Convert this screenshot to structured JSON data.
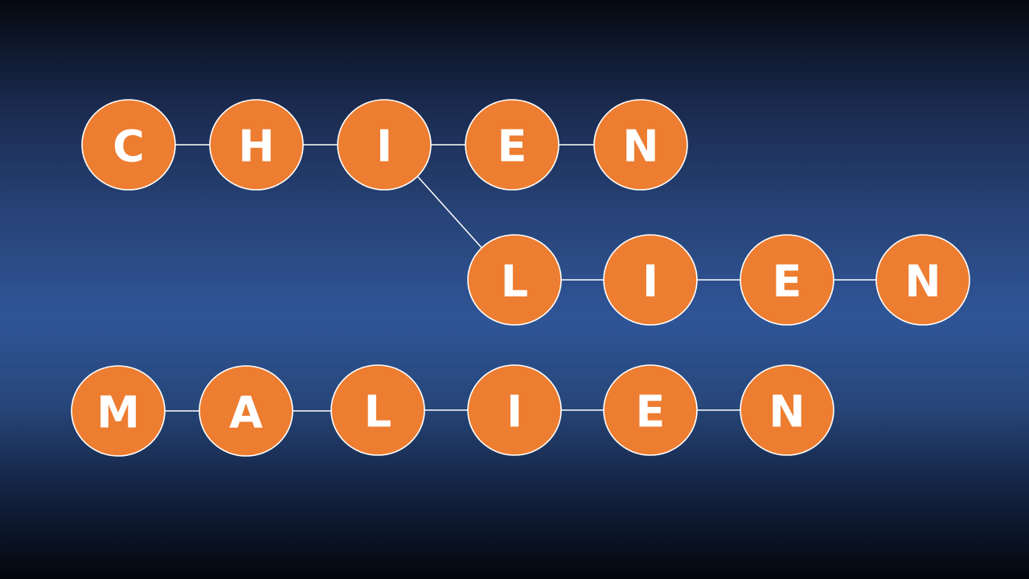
{
  "words": [
    {
      "name": "chien",
      "letters": [
        "C",
        "H",
        "I",
        "E",
        "N"
      ]
    },
    {
      "name": "lien",
      "letters": [
        "L",
        "I",
        "E",
        "N"
      ]
    },
    {
      "name": "malien",
      "letters": [
        "M",
        "A",
        "L",
        "I",
        "E",
        "N"
      ]
    }
  ],
  "colors": {
    "node_fill": "#ed7d31",
    "node_stroke": "#ffffff",
    "letter": "#ffffff",
    "connector": "#ffffff"
  }
}
